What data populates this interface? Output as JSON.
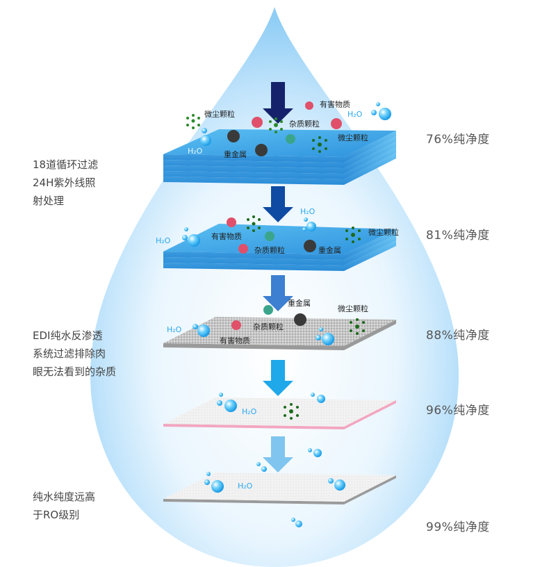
{
  "left_notes": {
    "note1": "18道循环过滤\n24H紫外线照\n射处理",
    "note2": "EDI纯水反渗透\n系统过滤排除肉\n眼无法看到的杂质",
    "note3": "纯水纯度远高\n于RO级别"
  },
  "purity": {
    "p1": "76%纯净度",
    "p2": "81%纯净度",
    "p3": "88%纯净度",
    "p4": "96%纯净度",
    "p5": "99%纯净度"
  },
  "layer1_labels": {
    "dust_a": "微尘颗粒",
    "harmful": "有害物质",
    "impurity": "杂质颗粒",
    "dust_b": "微尘颗粒",
    "metal": "重金属",
    "h2o_a": "H₂O",
    "h2o_b": "H₂O"
  },
  "layer2_labels": {
    "h2o_a": "H₂O",
    "h2o_b": "H₂O",
    "harmful": "有害物质",
    "dust": "微尘颗粒",
    "impurity": "杂质颗粒",
    "metal": "重金属"
  },
  "layer3_labels": {
    "metal": "重金属",
    "dust": "微尘颗粒",
    "h2o": "H₂O",
    "impurity": "杂质颗粒",
    "harmful": "有害物质"
  },
  "layer4_labels": {
    "h2o": "H₂O"
  },
  "layer5_labels": {
    "h2o": "H₂O"
  },
  "colors": {
    "arrow1": "#15226b",
    "arrow2": "#0f4aa3",
    "arrow3": "#3d7fd1",
    "arrow4": "#1fa8ea",
    "arrow5": "#7fc5f0",
    "layer_blue": "#3fa9ea",
    "bubble": "#38b6f0",
    "dust": "#2b8a2b",
    "harmful": "#e0506a"
  }
}
